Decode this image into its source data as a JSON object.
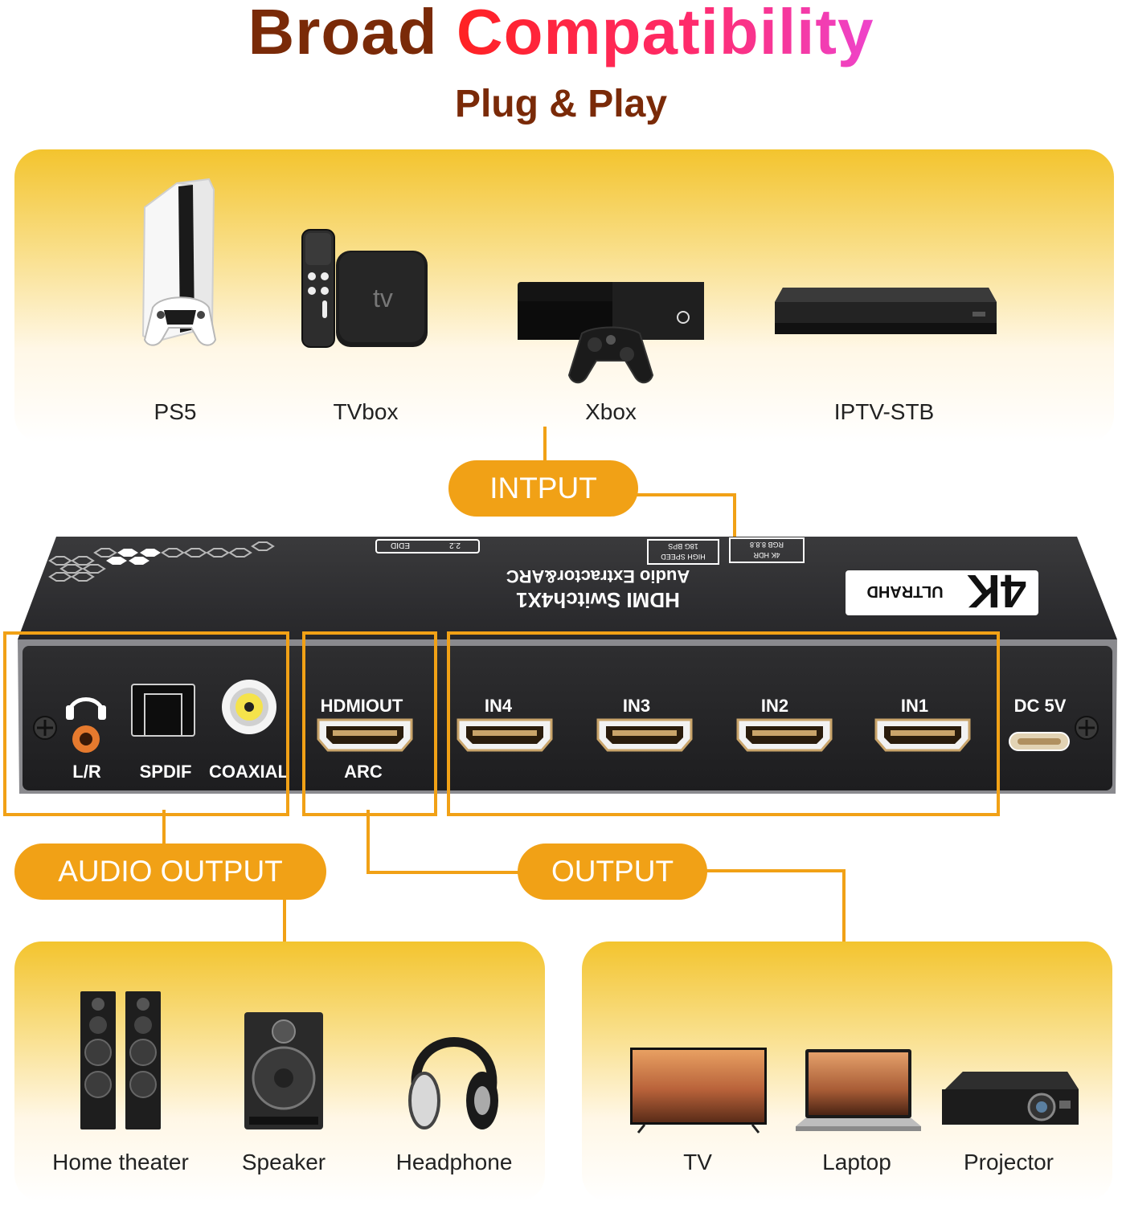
{
  "header": {
    "title_part1": "Broad",
    "title_part2": "Compatibility",
    "subtitle": "Plug & Play"
  },
  "input_devices": [
    {
      "label": "PS5",
      "icon": "ps5-console-icon"
    },
    {
      "label": "TVbox",
      "icon": "tv-box-icon"
    },
    {
      "label": "Xbox",
      "icon": "xbox-console-icon"
    },
    {
      "label": "IPTV-STB",
      "icon": "set-top-box-icon"
    }
  ],
  "tv_box_logo": "tv",
  "callouts": {
    "input": "INTPUT",
    "audio_output": "AUDIO OUTPUT",
    "output": "OUTPUT"
  },
  "switch_device": {
    "top_text_line1": "HDMI Switch4X1",
    "top_text_line2": "Audio Extractor&ARC",
    "badge_4k": "4K",
    "badge_ultrahd": "ULTRAHD",
    "spec_high_speed": "HIGH SPEED",
    "spec_gbps": "18G BPS",
    "spec_4k_hdr": "4K HDR",
    "spec_rgb": "RGB 8.8.8",
    "spec_edid": "EDID",
    "spec_edid_ver": "2.2",
    "ports": {
      "lr": "L/R",
      "spdif": "SPDIF",
      "coaxial": "COAXIAL",
      "hdmi_out": "HDMIOUT",
      "arc": "ARC",
      "in4": "IN4",
      "in3": "IN3",
      "in2": "IN2",
      "in1": "IN1",
      "dc": "DC 5V"
    }
  },
  "audio_devices": [
    {
      "label": "Home theater",
      "icon": "floor-speakers-icon"
    },
    {
      "label": "Speaker",
      "icon": "speaker-icon"
    },
    {
      "label": "Headphone",
      "icon": "headphone-icon"
    }
  ],
  "display_devices": [
    {
      "label": "TV",
      "icon": "tv-icon"
    },
    {
      "label": "Laptop",
      "icon": "laptop-icon"
    },
    {
      "label": "Projector",
      "icon": "projector-icon"
    }
  ],
  "colors": {
    "brand_orange": "#f1a116",
    "title_brown": "#7a2a08",
    "device_body": "#2b2b2d",
    "port_gold": "#c9a46a"
  }
}
